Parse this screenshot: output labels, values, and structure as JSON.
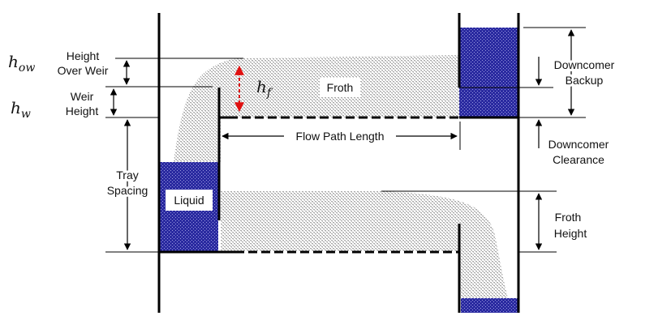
{
  "labels": {
    "how_symbol": "h",
    "how_sub": "ow",
    "hw_symbol": "h",
    "hw_sub": "w",
    "hf_symbol": "h",
    "hf_sub": "f",
    "height_over_weir_1": "Height",
    "height_over_weir_2": "Over Weir",
    "weir_height_1": "Weir",
    "weir_height_2": "Height",
    "tray_spacing_1": "Tray",
    "tray_spacing_2": "Spacing",
    "froth": "Froth",
    "liquid": "Liquid",
    "flow_path_length": "Flow Path Length",
    "downcomer_backup_1": "Downcomer",
    "downcomer_backup_2": "Backup",
    "downcomer_clearance_1": "Downcomer",
    "downcomer_clearance_2": "Clearance",
    "froth_height_1": "Froth",
    "froth_height_2": "Height"
  },
  "colors": {
    "liquid": "#1a1a8c",
    "froth": "#cfcfcf",
    "hf_arrow": "#e01010",
    "line": "#000000"
  }
}
